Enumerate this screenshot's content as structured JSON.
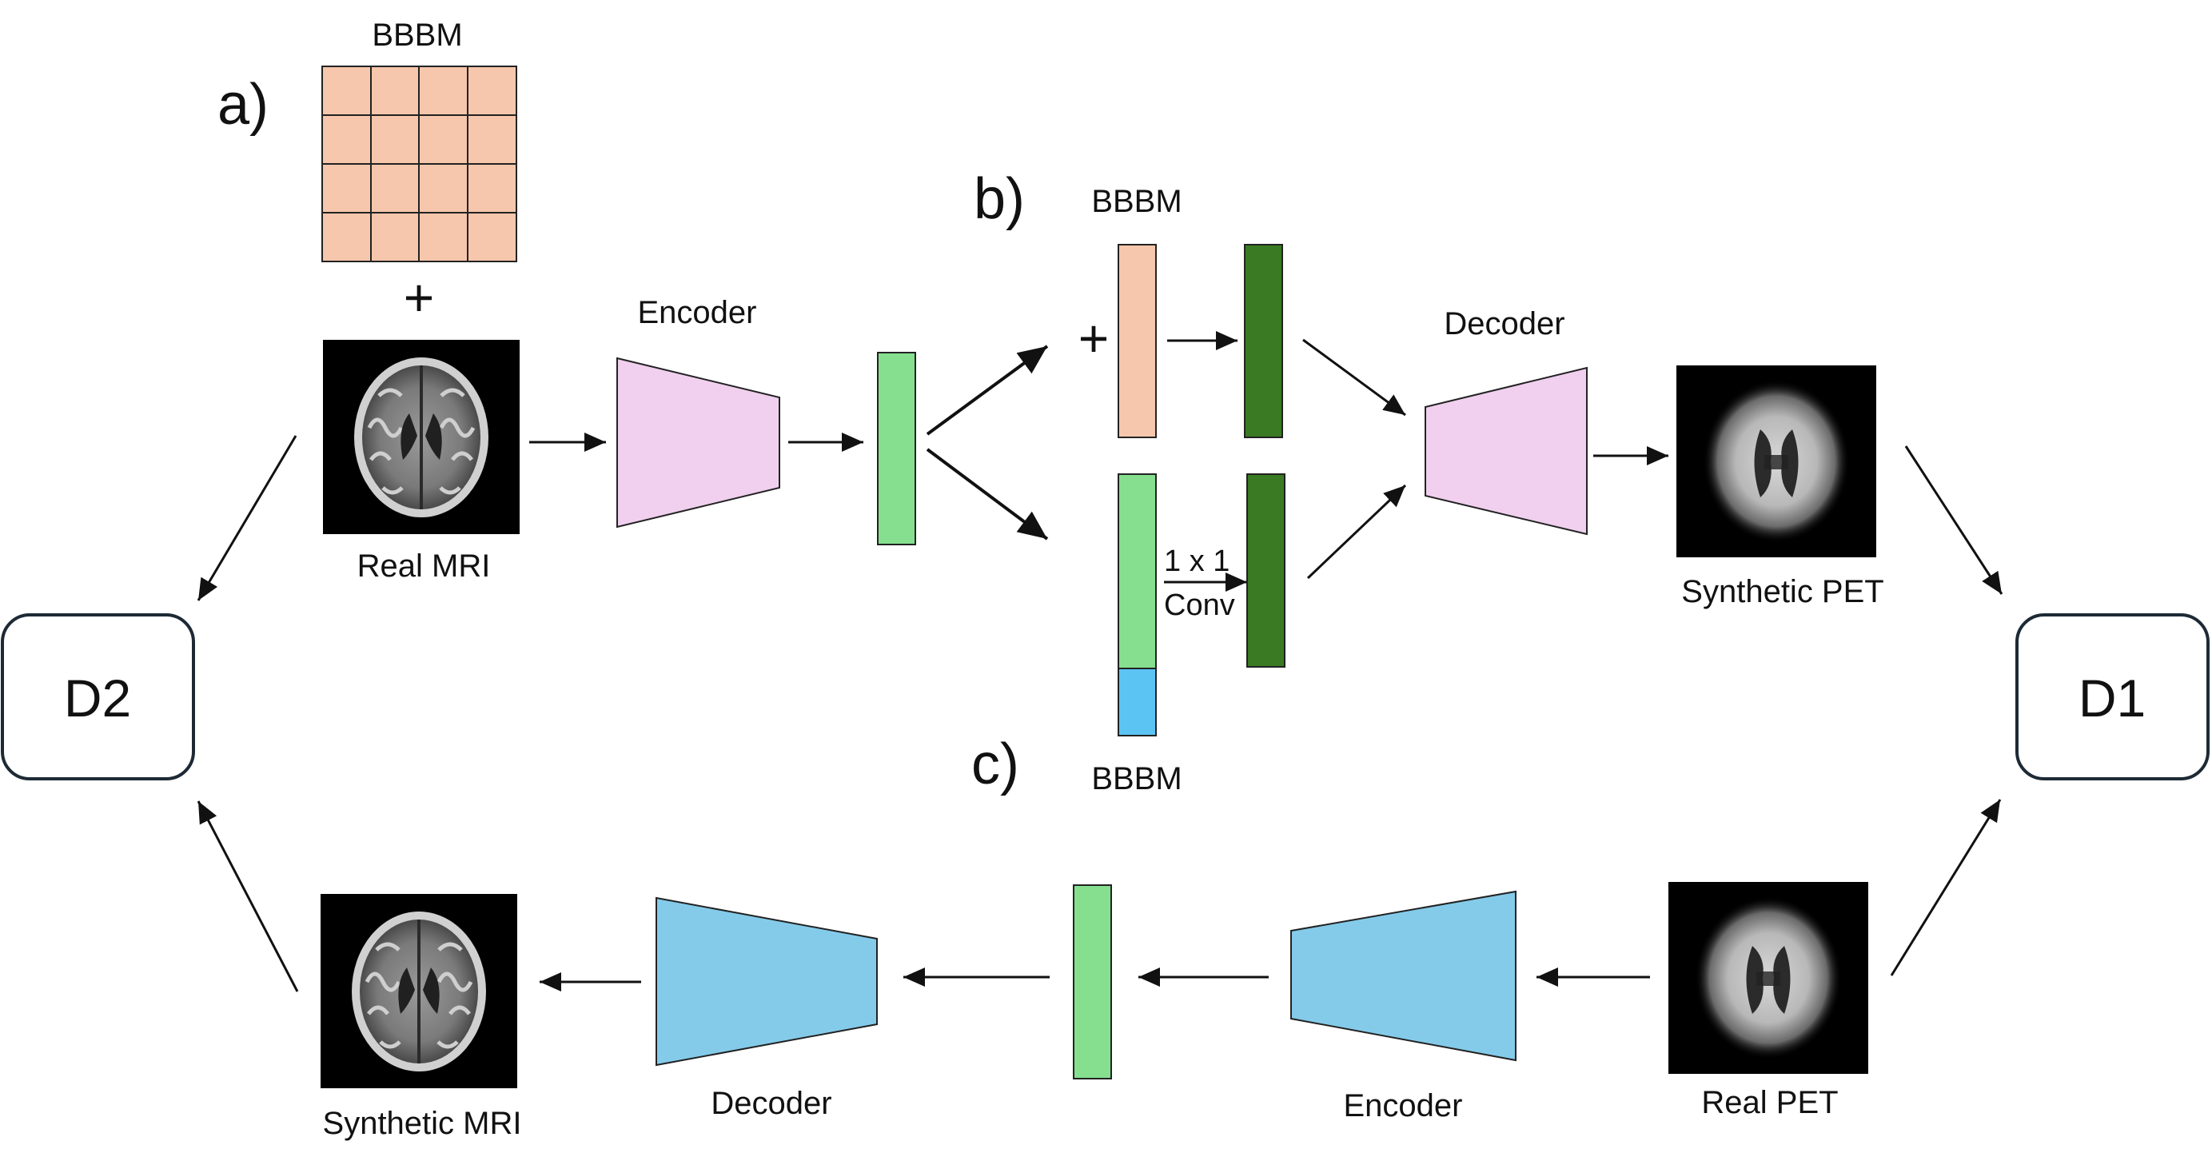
{
  "panels": {
    "a": "a)",
    "b": "b)",
    "c": "c)"
  },
  "labels": {
    "bbbm_a": "BBBM",
    "bbbm_b": "BBBM",
    "bbbm_c": "BBBM",
    "plus_a": "+",
    "plus_b": "+",
    "encoder_top": "Encoder",
    "decoder_top": "Decoder",
    "encoder_bottom": "Encoder",
    "decoder_bottom": "Decoder",
    "real_mri": "Real MRI",
    "synthetic_pet": "Synthetic PET",
    "synthetic_mri": "Synthetic MRI",
    "real_pet": "Real PET",
    "conv_line1": "1 x 1",
    "conv_line2": "Conv"
  },
  "discriminators": {
    "d1": "D1",
    "d2": "D2"
  },
  "colors": {
    "bbbm_fill": "#f6c7ac",
    "top_network_fill": "#f0d0ee",
    "bottom_network_fill": "#84cbea",
    "latent_fill": "#85df8f",
    "feature_dark_fill": "#3a7a23",
    "bbbm_channel_fill": "#5cc4f2",
    "stroke": "#222222"
  }
}
